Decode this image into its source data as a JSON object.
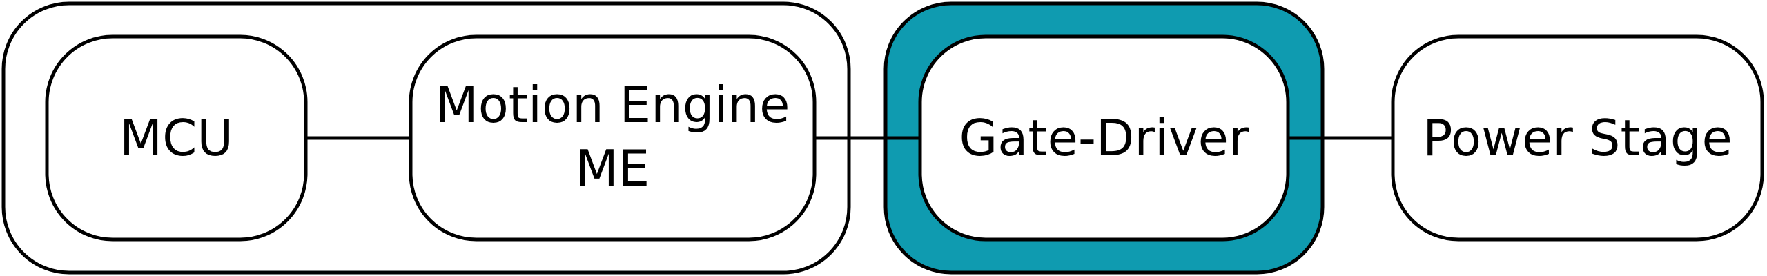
{
  "blocks": {
    "mcu": {
      "label": "MCU"
    },
    "motion_engine": {
      "line1": "Motion Engine",
      "line2": "ME"
    },
    "gate_driver": {
      "label": "Gate-Driver"
    },
    "power_stage": {
      "label": "Power Stage"
    }
  },
  "colors": {
    "highlight": "#0f9bb0",
    "stroke": "#000000",
    "fill": "#ffffff"
  }
}
